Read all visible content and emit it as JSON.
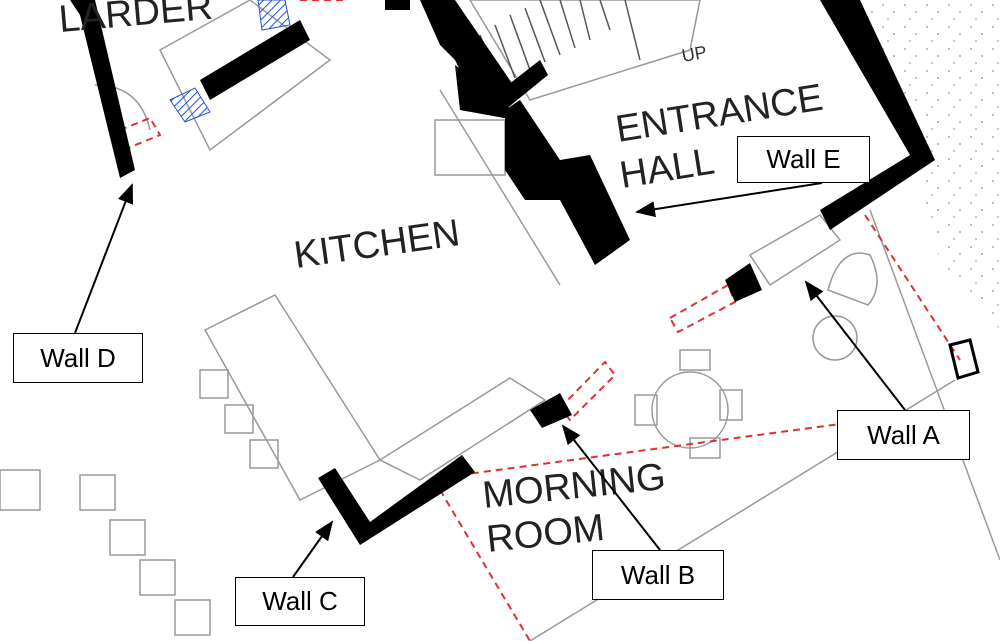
{
  "rooms": {
    "larder": "LARDER",
    "kitchen": "KITCHEN",
    "entrance_line1": "ENTRANCE",
    "entrance_line2": "HALL",
    "morning_line1": "MORNING",
    "morning_line2": "ROOM",
    "stairs": "UP"
  },
  "callouts": {
    "wall_a": "Wall A",
    "wall_b": "Wall B",
    "wall_c": "Wall C",
    "wall_d": "Wall D",
    "wall_e": "Wall E"
  },
  "colors": {
    "wall": "#000000",
    "dashed": "#e03030",
    "line": "#999999",
    "hatch": "#2255dd"
  }
}
